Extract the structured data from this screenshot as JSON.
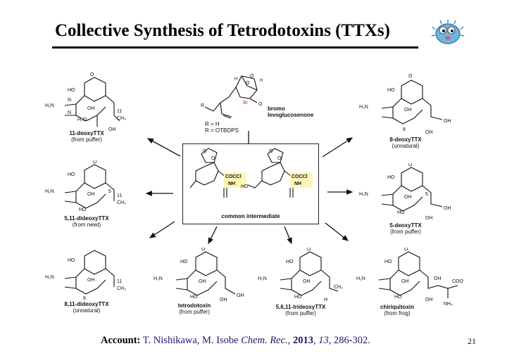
{
  "slide": {
    "title": "Collective Synthesis of Tetrodotoxins (TTXs)",
    "page_number": "21"
  },
  "start_material": {
    "name_line1": "bromo",
    "name_line2": "levoglucosenone",
    "r_line1": "R = H",
    "r_line2": "R = OTBDPS"
  },
  "intermediate": {
    "label": "common intermediate",
    "group": "COCCl3"
  },
  "compounds": [
    {
      "id": "c1",
      "name": "11-deoxyTTX",
      "origin": "(from puffer)"
    },
    {
      "id": "c2",
      "name": "5,11-dideoxyTTX",
      "origin": "(from newt)"
    },
    {
      "id": "c3",
      "name": "8,11-dideoxyTTX",
      "origin": "(unnatural)"
    },
    {
      "id": "c4",
      "name": "tetrodotoxin",
      "origin": "(from puffer)"
    },
    {
      "id": "c5",
      "name": "5,6,11-trideoxyTTX",
      "origin": "(from puffer)"
    },
    {
      "id": "c6",
      "name": "chiriquitoxin",
      "origin": "(from frog)"
    },
    {
      "id": "c7",
      "name": "8-deoxyTTX",
      "origin": "(unnatural)"
    },
    {
      "id": "c8",
      "name": "5-deoxyTTX",
      "origin": "(from puffer)"
    }
  ],
  "reference": {
    "label": "Account:",
    "authors": "T. Nishikawa, M. Isobe",
    "journal": "Chem. Rec.",
    "year": "2013",
    "volume": "13",
    "pages": ", 286-302."
  },
  "colors": {
    "title": "#000000",
    "reference_text": "#1a1a6e",
    "highlight": "#fdf6b8",
    "bromine": "#c0392b"
  }
}
